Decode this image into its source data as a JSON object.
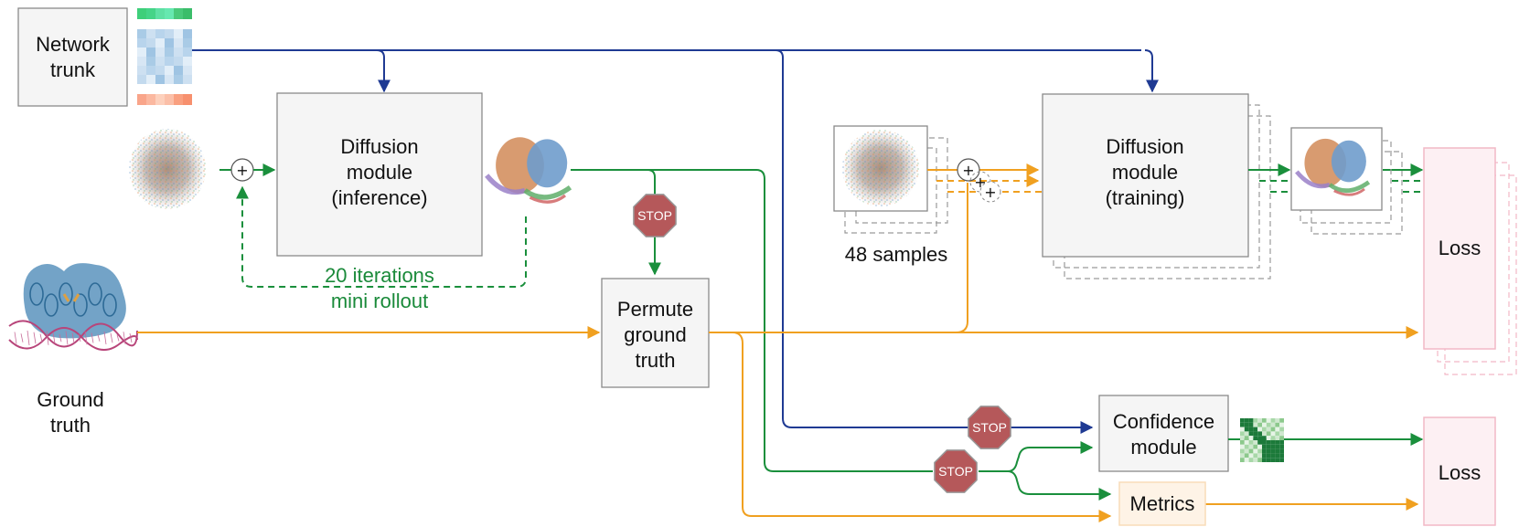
{
  "nodes": {
    "network_trunk": {
      "line1": "Network",
      "line2": "trunk"
    },
    "diffusion_inference": {
      "line1": "Diffusion",
      "line2": "module",
      "line3": "(inference)"
    },
    "rollout_label": {
      "line1": "20 iterations",
      "line2": "mini rollout"
    },
    "permute": {
      "line1": "Permute",
      "line2": "ground",
      "line3": "truth"
    },
    "ground_truth": {
      "line1": "Ground",
      "line2": "truth"
    },
    "samples_label": "48 samples",
    "diffusion_training": {
      "line1": "Diffusion",
      "line2": "module",
      "line3": "(training)"
    },
    "loss_top": "Loss",
    "confidence": {
      "line1": "Confidence",
      "line2": "module"
    },
    "metrics": "Metrics",
    "loss_bottom": "Loss",
    "stop_label": "STOP",
    "plus_symbol": "+"
  },
  "colors": {
    "trunk_path": "#1f3a93",
    "structure_path": "#1a8f3c",
    "ground_truth_path": "#f0a020",
    "stop_sign": "#b5585a",
    "loss_fill": "#fdf0f3",
    "metrics_fill": "#fef3e6"
  },
  "icons": {
    "noise_cloud": "noise-cloud-icon",
    "predicted_structure": "protein-structure-icon",
    "ground_truth_structure": "protein-dna-complex-icon",
    "confidence_matrix": "heatmap-matrix-icon",
    "trunk_embeddings": "embedding-tiles-icon",
    "stop": "stop-sign-icon"
  }
}
